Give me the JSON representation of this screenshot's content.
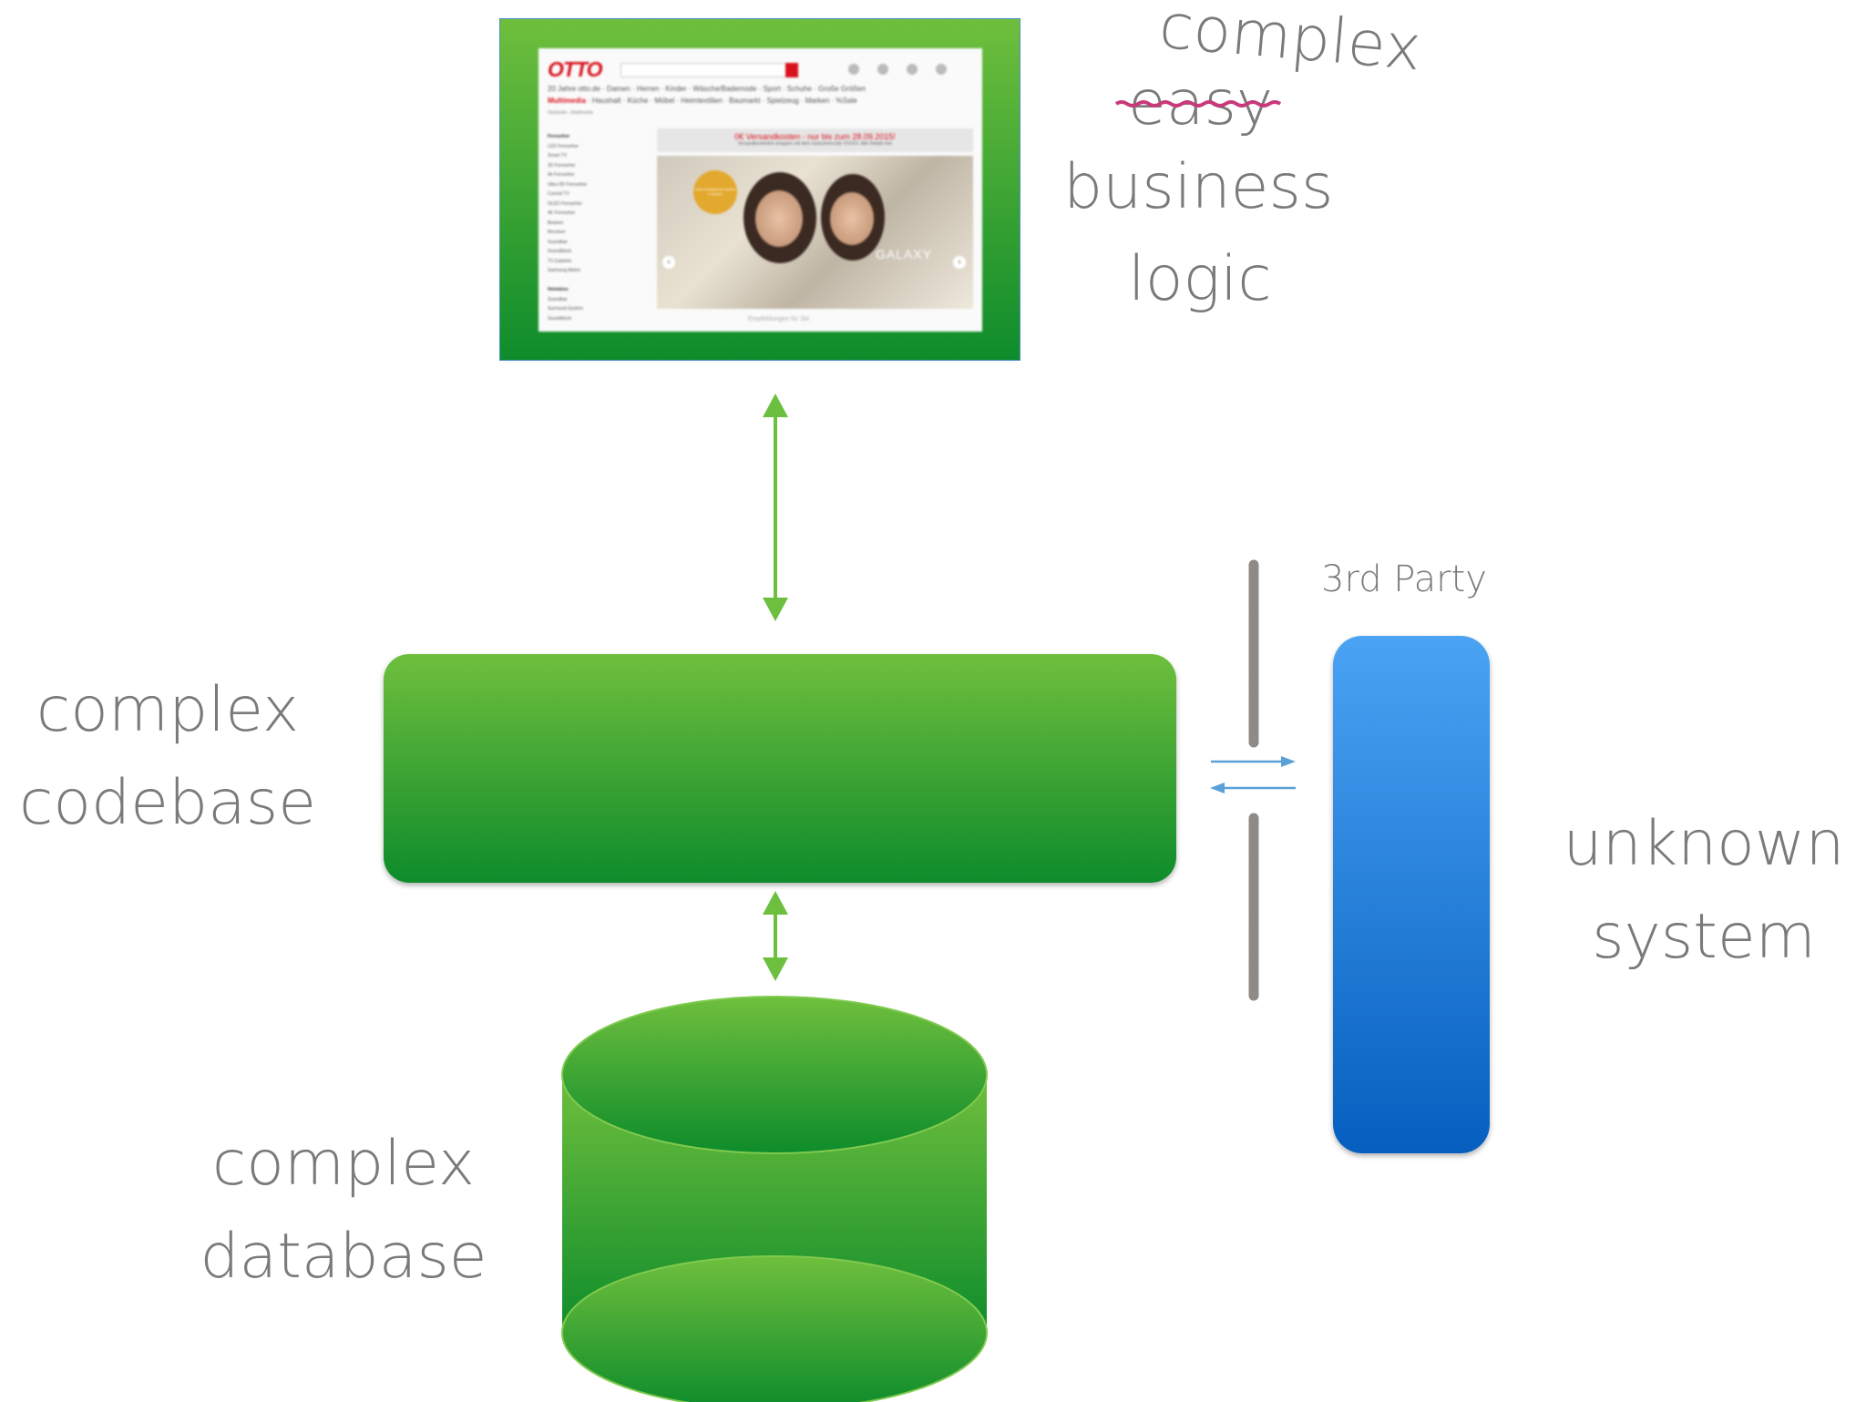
{
  "frontend": {
    "label_new": "complex",
    "label_struck": "easy",
    "label_line2": "business",
    "label_line3": "logic",
    "screenshot": {
      "logo": "OTTO",
      "nav_row_1": "20 Jahre otto.de · Damen · Herren · Kinder · Wäsche/Bademode · Sport · Schuhe · Große Größen",
      "nav_row_2_highlight": "Multimedia",
      "nav_row_2": "· Haushalt · Küche · Möbel · Heimtextilien · Baumarkt · Spielzeug · Marken · %Sale",
      "breadcrumb": "Startseite › Multimedia",
      "sidebar_heading_1": "Fernseher",
      "sidebar_items_1": [
        "LED Fernseher",
        "Smart TV",
        "3D Fernseher",
        "4k Fernseher",
        "Ultra HD Fernseher",
        "Curved TV",
        "OLED Fernseher",
        "4K Fernseher",
        "Beamer",
        "Receiver",
        "Soundbar",
        "Soundblock",
        "TV-Zubehör",
        "Samsung Aktion"
      ],
      "sidebar_heading_2": "Heimkino",
      "sidebar_items_2": [
        "Soundbar",
        "Surround-System",
        "Soundblock"
      ],
      "banner_title": "0€ Versandkosten - nur bis zum 28.09.2015!",
      "banner_sub": "Versandkostenfrei shoppen mit dem Gutscheincode XXXXX. Alle Details hier",
      "hero_badge": "Jetzt Smartphone kaufen & sparen",
      "hero_brand": "GALAXY",
      "footer_text": "Empfehlungen für Sie"
    }
  },
  "codebase": {
    "line1": "complex",
    "line2": "codebase"
  },
  "database": {
    "line1": "complex",
    "line2": "database"
  },
  "third_party": {
    "title": "3rd Party",
    "line1": "unknown",
    "line2": "system"
  },
  "colors": {
    "green_top": "#6fbf3d",
    "green_bottom": "#0e8c2b",
    "blue_top": "#4aa3f3",
    "blue_bottom": "#065fbf",
    "arrow_green": "#6cbf3f",
    "arrow_blue": "#5aa0d6",
    "text_gray": "#7a7a7a",
    "strike_pink": "#c8397a",
    "wall_gray": "#8f8a86"
  }
}
